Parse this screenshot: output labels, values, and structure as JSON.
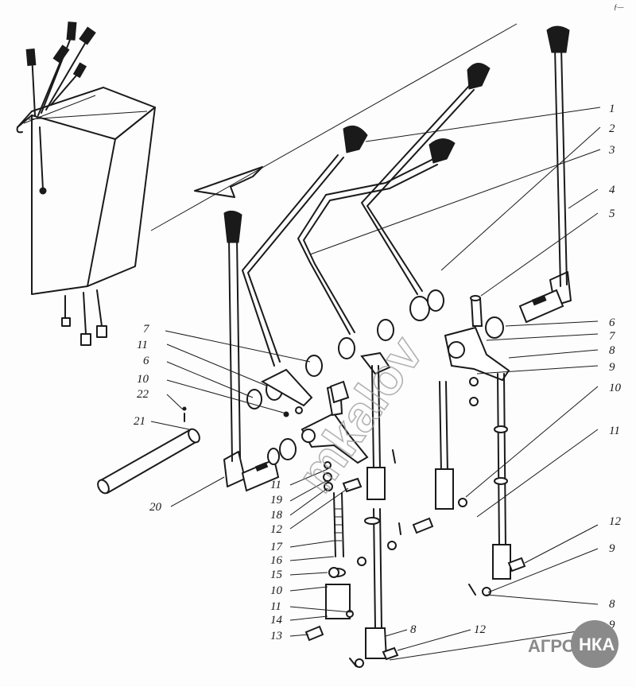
{
  "callouts_right": [
    "1",
    "2",
    "3",
    "4",
    "5",
    "6",
    "7",
    "8",
    "9",
    "10",
    "11",
    "12",
    "9",
    "8",
    "9"
  ],
  "callouts_left": [
    "7",
    "11",
    "6",
    "10",
    "22",
    "21",
    "20"
  ],
  "callouts_bottom": [
    "11",
    "19",
    "18",
    "12",
    "17",
    "16",
    "15",
    "10",
    "11",
    "14",
    "13",
    "8",
    "12"
  ],
  "watermark": "mkalov",
  "logo": {
    "left": "АГРО",
    "right": "НКА"
  },
  "corner_mark": "ƒ—"
}
